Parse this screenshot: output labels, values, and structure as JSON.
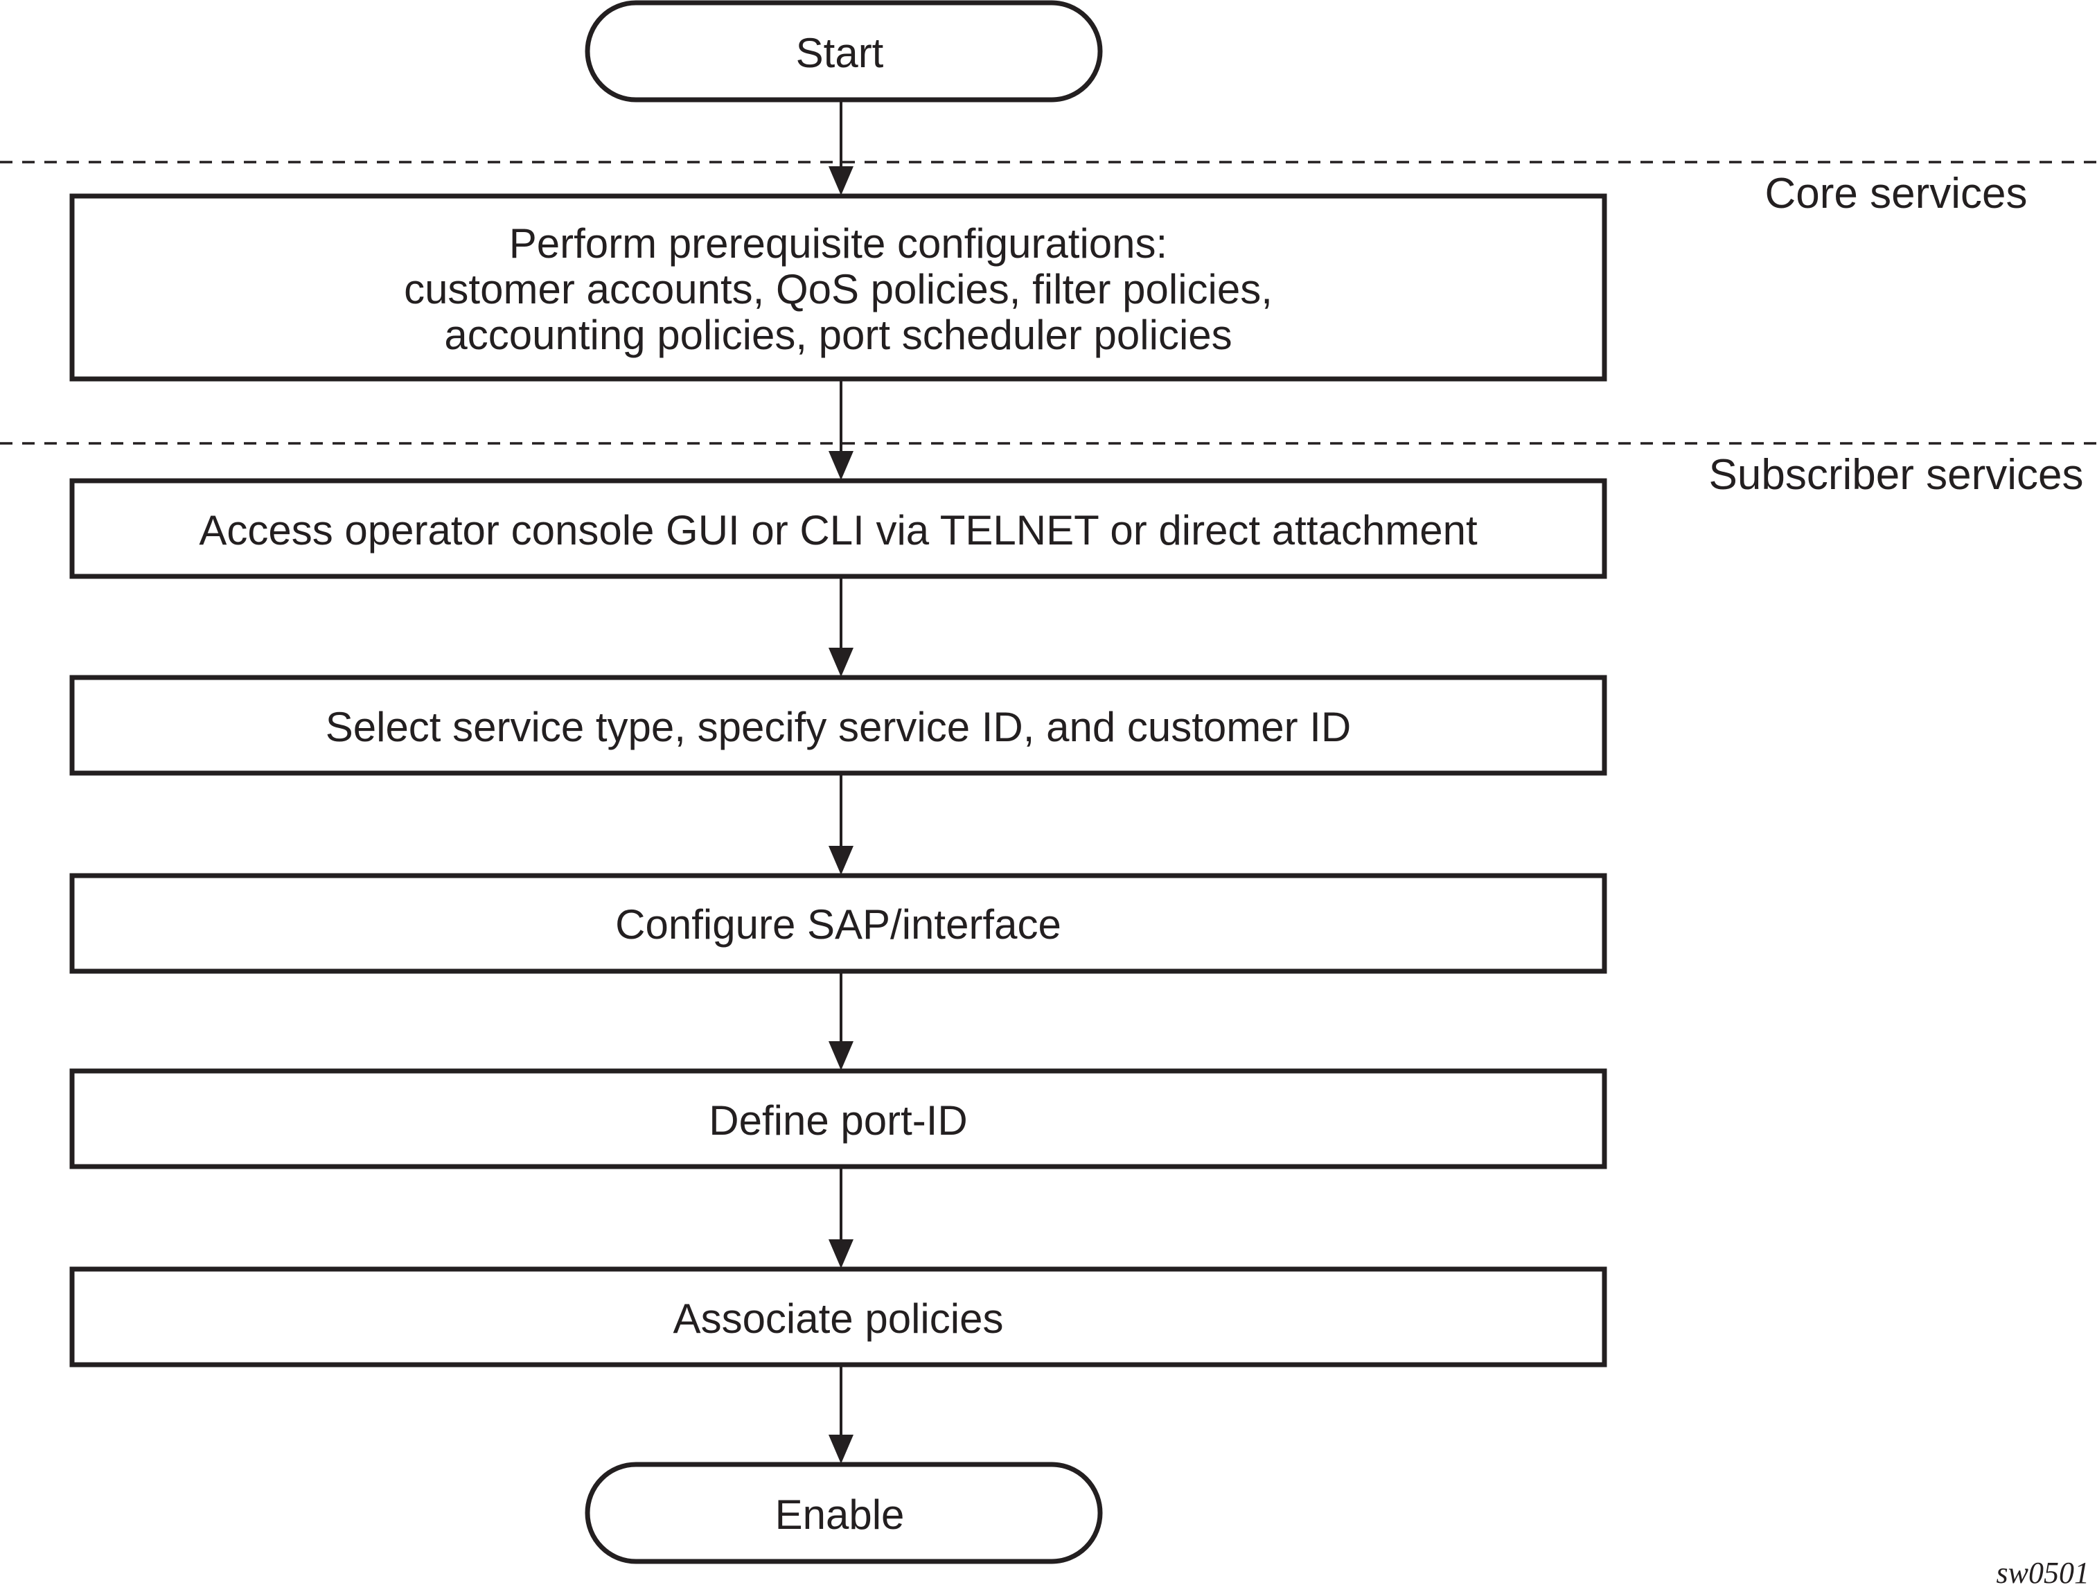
{
  "start": {
    "label": "Start"
  },
  "end": {
    "label": "Enable"
  },
  "sections": {
    "core": "Core services",
    "subscriber": "Subscriber services"
  },
  "steps": [
    {
      "id": "prereq",
      "lines": [
        "Perform prerequisite configurations:",
        "customer accounts, QoS policies, filter policies,",
        "accounting policies, port scheduler policies"
      ]
    },
    {
      "id": "access",
      "lines": [
        "Access operator console GUI or CLI via TELNET or direct attachment"
      ]
    },
    {
      "id": "select",
      "lines": [
        "Select service type, specify service ID, and customer ID"
      ]
    },
    {
      "id": "sap",
      "lines": [
        "Configure SAP/interface"
      ]
    },
    {
      "id": "port",
      "lines": [
        "Define port-ID"
      ]
    },
    {
      "id": "policies",
      "lines": [
        "Associate policies"
      ]
    }
  ],
  "figure_id": "sw0501"
}
